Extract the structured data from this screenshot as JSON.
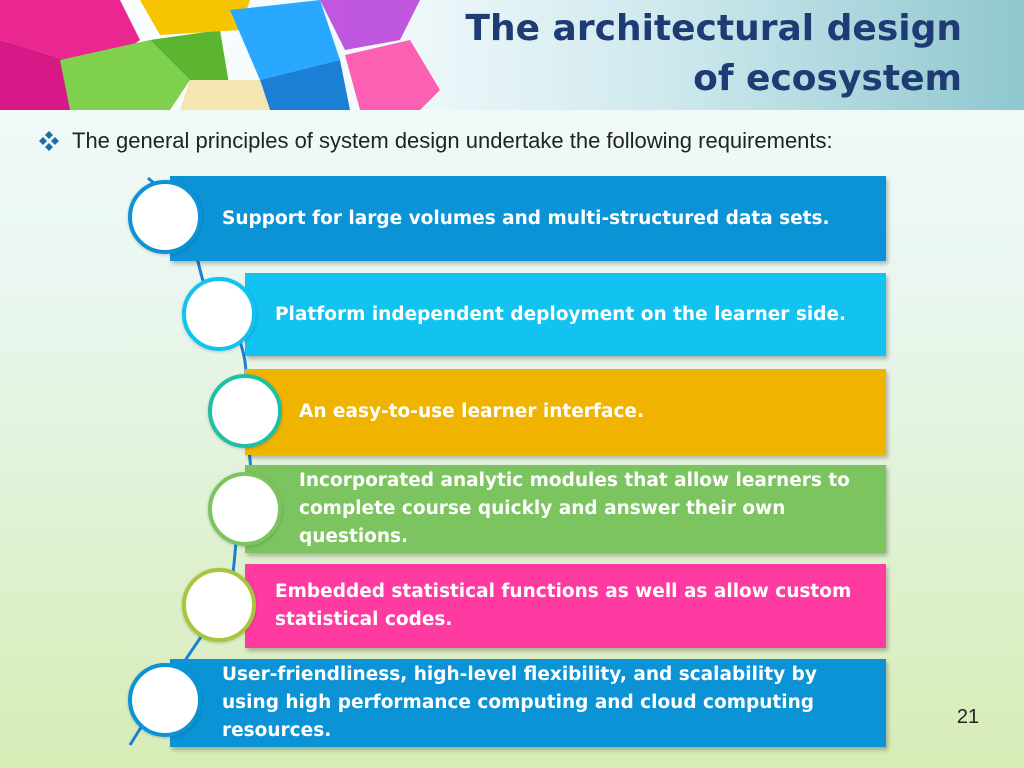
{
  "slide": {
    "title_line1": "The architectural design",
    "title_line2": "of ecosystem",
    "intro_text": "The general principles of system design undertake the following requirements:",
    "bullet_icon": "four-diamond-bullet-icon",
    "page_number": "21"
  },
  "requirements": [
    {
      "text": "Support for large volumes and multi-structured data sets.",
      "color": "#0b93d6",
      "ring": "#0b93d6"
    },
    {
      "text": "Platform independent deployment on the learner side.",
      "color": "#12c2f0",
      "ring": "#12c2f0"
    },
    {
      "text": "An easy-to-use learner interface.",
      "color": "#f0b400",
      "ring": "#1fbfa6"
    },
    {
      "text": "Incorporated analytic modules that allow learners to complete course quickly and answer their own questions.",
      "color": "#7cc460",
      "ring": "#7cc460"
    },
    {
      "text": "Embedded statistical functions as well as allow custom statistical codes.",
      "color": "#ff3aa0",
      "ring": "#a8c63a"
    },
    {
      "text": "User-friendliness, high-level flexibility, and scalability by using high performance computing and cloud computing resources.",
      "color": "#0b93d6",
      "ring": "#0b93d6"
    }
  ]
}
